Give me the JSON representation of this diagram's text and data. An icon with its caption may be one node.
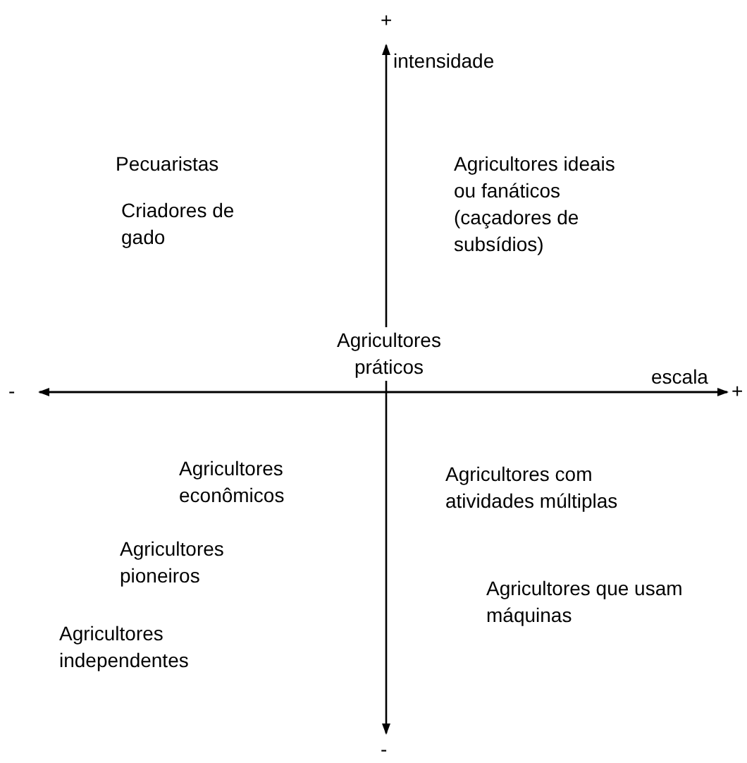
{
  "diagram": {
    "labels": [
      "+",
      "intensidade",
      "Pecuaristas",
      "Agricultores ideais ou fanáticos (caçadores de subsídios)",
      "Criadores de gado",
      "Agricultores práticos",
      "escala",
      "-",
      "+",
      "Agricultores econômicos",
      "Agricultores com atividades múltiplas",
      "Agricultores pioneiros",
      "Agricultores que usam máquinas",
      "Agricultores independentes",
      "-"
    ]
  }
}
